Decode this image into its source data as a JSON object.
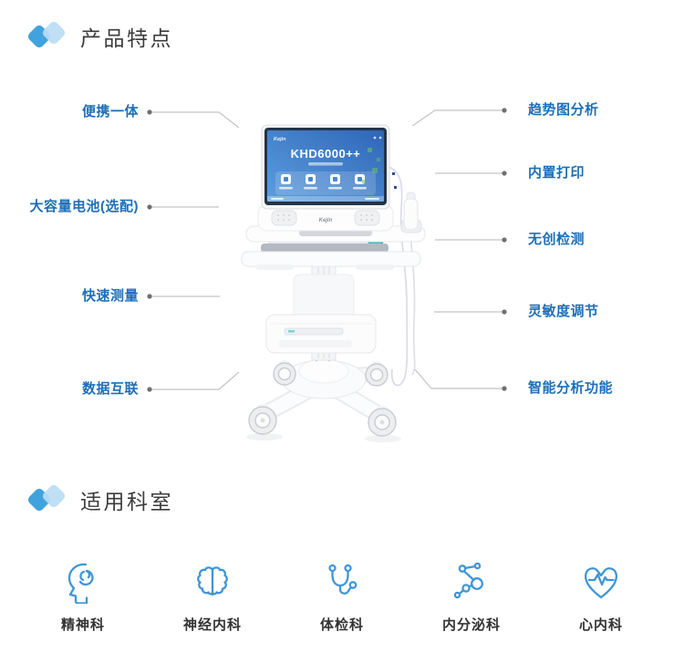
{
  "colors": {
    "label_blue": "#1d6fb8",
    "icon_blue": "#3e96d6",
    "diamond_dark": "#41a3dd",
    "diamond_light": "#badcf3",
    "title_dark": "#3b3b3b",
    "connector_gray": "#c3c3c3",
    "screen_blue": "#3f7fd0",
    "mouse_teal": "#3fb9c9"
  },
  "sections": {
    "features": {
      "title": "产品特点"
    },
    "departments": {
      "title": "适用科室"
    }
  },
  "device": {
    "brand": "Kejin",
    "model": "KHD6000++"
  },
  "features_left": [
    {
      "label": "便携一体"
    },
    {
      "label": "大容量电池(选配)"
    },
    {
      "label": "快速测量"
    },
    {
      "label": "数据互联"
    }
  ],
  "features_right": [
    {
      "label": "趋势图分析"
    },
    {
      "label": "内置打印"
    },
    {
      "label": "无创检测"
    },
    {
      "label": "灵敏度调节"
    },
    {
      "label": "智能分析功能"
    }
  ],
  "departments": [
    {
      "label": "精神科",
      "icon": "head-brain-icon"
    },
    {
      "label": "神经内科",
      "icon": "brain-icon"
    },
    {
      "label": "体检科",
      "icon": "stethoscope-icon"
    },
    {
      "label": "内分泌科",
      "icon": "molecule-icon"
    },
    {
      "label": "心内科",
      "icon": "heart-ecg-icon"
    }
  ]
}
